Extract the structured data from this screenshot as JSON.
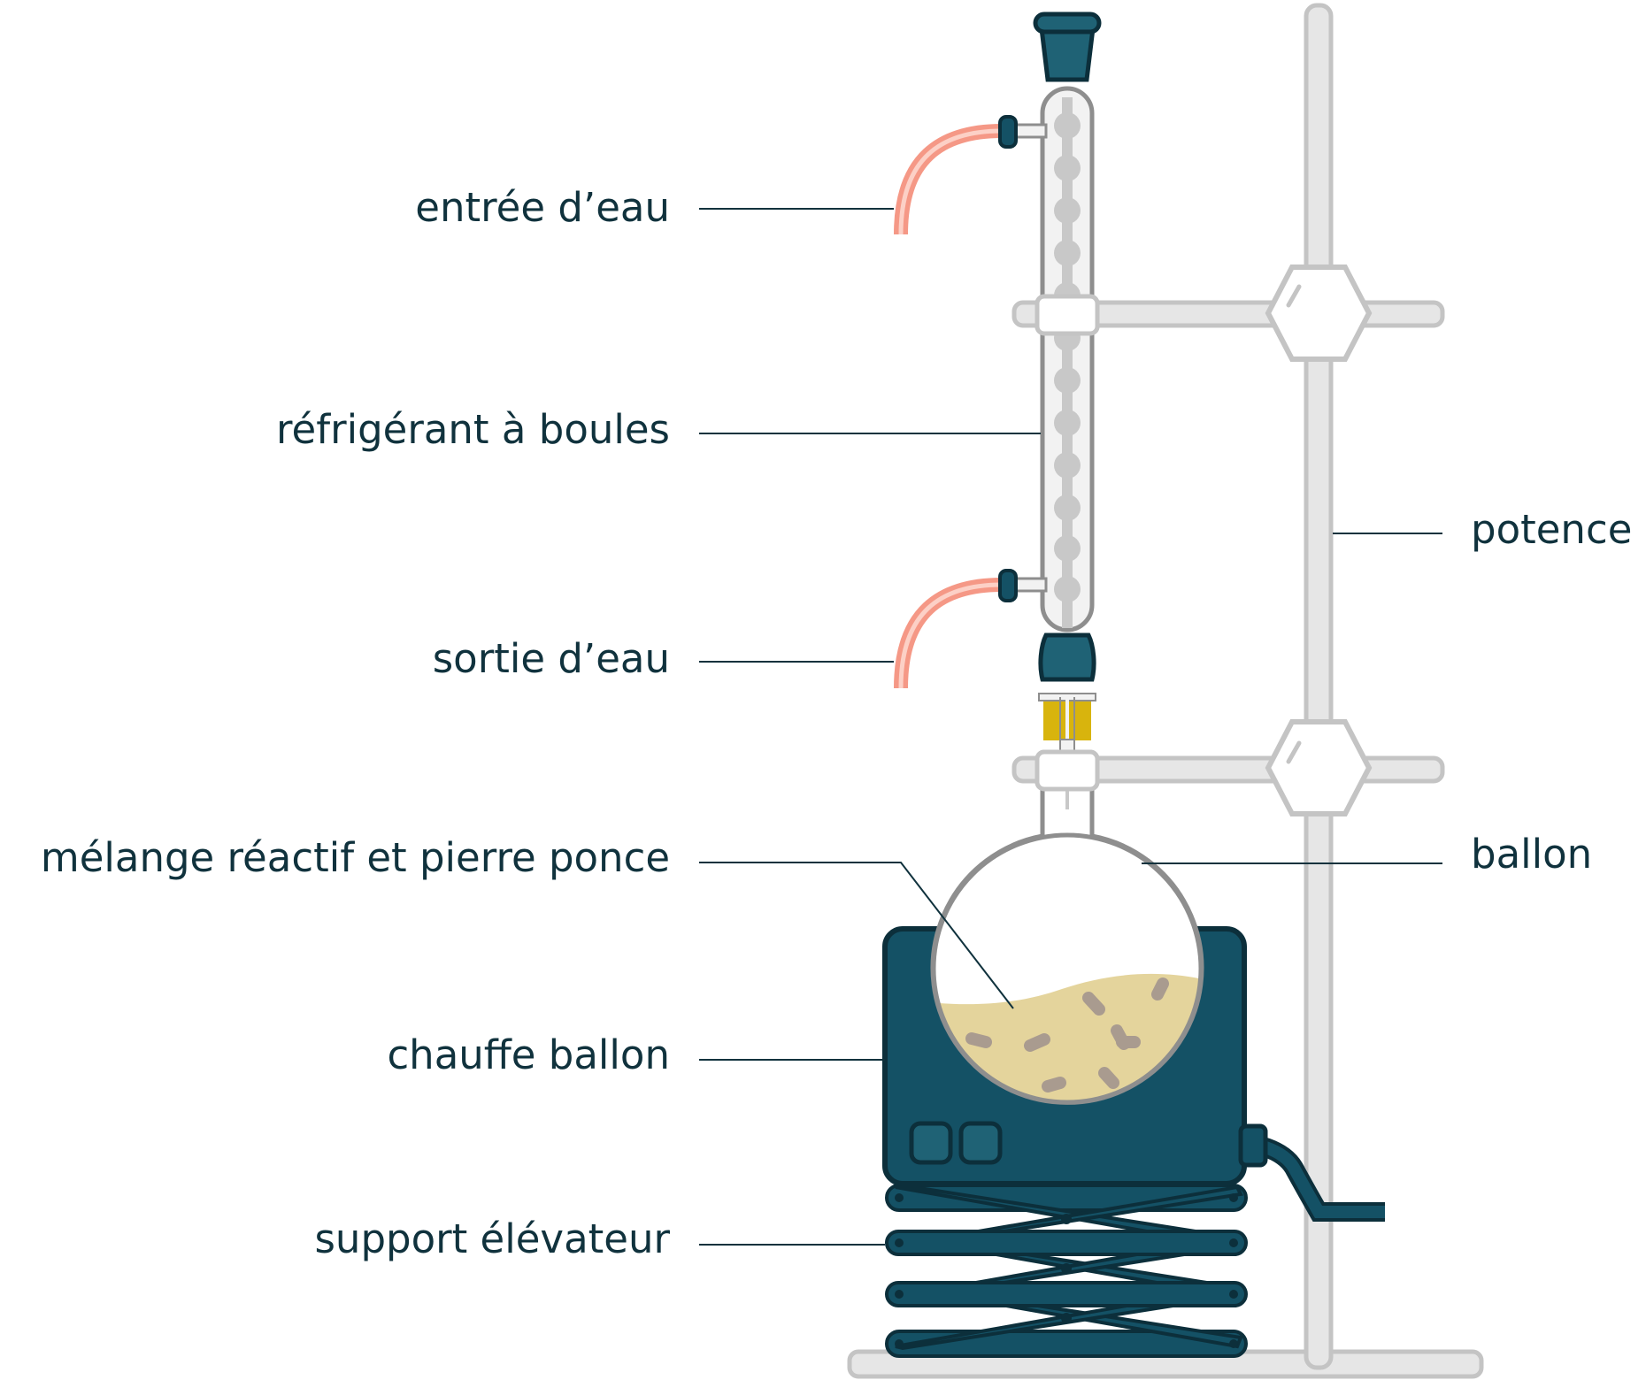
{
  "labels": {
    "entree_eau": "entrée d’eau",
    "refrigerant": "réfrigérant à boules",
    "sortie_eau": "sortie d’eau",
    "melange": "mélange réactif et pierre ponce",
    "chauffe_ballon": "chauffe ballon",
    "support": "support élévateur",
    "potence": "potence",
    "ballon": "ballon"
  },
  "colors": {
    "text": "#10323d",
    "leader_line": "#10323d",
    "heater": "#145165",
    "heater_outline": "#0c2f3b",
    "glass": "#f2f2f2",
    "glass_outline": "#8e8e8e",
    "bulb": "#c8c8c8",
    "stand": "#e6e6e6",
    "stand_outline": "#c4c4c4",
    "tube": "#f59886",
    "stopper": "#1f6275",
    "joint": "#d8b40d",
    "liquid": "#e4d49c",
    "pumice": "#a99b8f"
  }
}
